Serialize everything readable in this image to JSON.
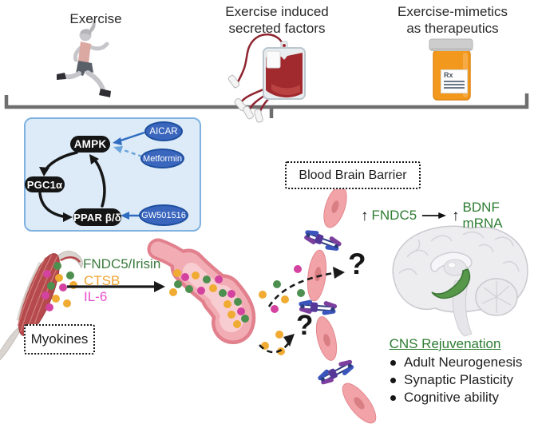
{
  "figure": {
    "header": {
      "exercise": "Exercise",
      "secreted_factors": [
        "Exercise induced",
        "secreted factors"
      ],
      "mimetics": [
        "Exercise-mimetics",
        "as therapeutics"
      ]
    },
    "pathway_box": {
      "ampk": "AMPK",
      "pgc1a": "PGC1α",
      "ppar": "PPAR β/δ",
      "aicar": "AICAR",
      "metformin": "Metformin",
      "gw501516": "GW501516"
    },
    "bbb": {
      "label": "Blood Brain Barrier"
    },
    "myokines": {
      "label": "Myokines",
      "fndc5_irisin": "FNDC5/Irisin",
      "ctsb": "CTSB",
      "il6": "IL-6"
    },
    "signaling": {
      "up_arrow_1": "↑",
      "fndc5": "FNDC5",
      "up_arrow_2": "↑",
      "bdnf": "BDNF mRNA"
    },
    "questions": {
      "q1": "?",
      "q2": "?"
    },
    "cns": {
      "title": "CNS Rejuvenation",
      "items": [
        "Adult Neurogenesis",
        "Synaptic Plasticity",
        "Cognitive ability"
      ]
    },
    "pill_bottle": {
      "rx": "Rx"
    },
    "colors": {
      "factor_green": "#3c7a3e",
      "factor_orange": "#f0a335",
      "factor_magenta": "#e74fce",
      "cns_green": "#2e7d32",
      "node_black": "#151515",
      "drug_blue": "#3a66bd",
      "drug_blue_border": "#1d4e9e",
      "pathway_box_fill": "#dcebf7",
      "pathway_box_border": "#7fb2e0",
      "vessel_pink": "#f2adb4",
      "dot_green": "#4c8f4e",
      "dot_orange": "#f0ab32",
      "dot_magenta": "#d4429f",
      "junction_blue": "#3b55bd",
      "junction_purple": "#7d3f9e",
      "bracket_gray": "#6e6e6e"
    }
  }
}
